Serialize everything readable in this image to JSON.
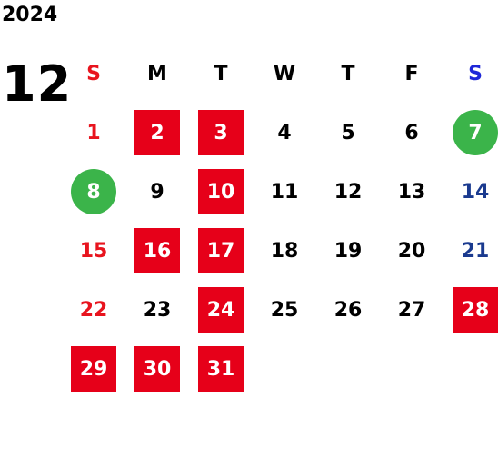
{
  "calendar": {
    "year": "2024",
    "month": "12",
    "weekdays": [
      "S",
      "M",
      "T",
      "W",
      "T",
      "F",
      "S"
    ],
    "weeks": [
      [
        {
          "day": ""
        },
        {
          "day": ""
        },
        {
          "day": ""
        },
        {
          "day": ""
        },
        {
          "day": ""
        },
        {
          "day": ""
        },
        {
          "day": ""
        }
      ],
      [
        {
          "day": "1",
          "style": "sun"
        },
        {
          "day": "2",
          "style": "red"
        },
        {
          "day": "3",
          "style": "red"
        },
        {
          "day": "4"
        },
        {
          "day": "5"
        },
        {
          "day": "6"
        },
        {
          "day": "7",
          "style": "green"
        }
      ],
      [
        {
          "day": "8",
          "style": "green"
        },
        {
          "day": "9"
        },
        {
          "day": "10",
          "style": "red"
        },
        {
          "day": "11"
        },
        {
          "day": "12"
        },
        {
          "day": "13"
        },
        {
          "day": "14",
          "style": "sat"
        }
      ],
      [
        {
          "day": "15",
          "style": "sun"
        },
        {
          "day": "16",
          "style": "red"
        },
        {
          "day": "17",
          "style": "red"
        },
        {
          "day": "18"
        },
        {
          "day": "19"
        },
        {
          "day": "20"
        },
        {
          "day": "21",
          "style": "sat"
        }
      ],
      [
        {
          "day": "22",
          "style": "sun"
        },
        {
          "day": "23"
        },
        {
          "day": "24",
          "style": "red"
        },
        {
          "day": "25"
        },
        {
          "day": "26"
        },
        {
          "day": "27"
        },
        {
          "day": "28",
          "style": "red"
        }
      ],
      [
        {
          "day": "29",
          "style": "red"
        },
        {
          "day": "30",
          "style": "red"
        },
        {
          "day": "31",
          "style": "red"
        },
        {
          "day": ""
        },
        {
          "day": ""
        },
        {
          "day": ""
        },
        {
          "day": ""
        }
      ]
    ],
    "colors": {
      "holiday_box": "#e60019",
      "event_circle": "#3bb44a",
      "sunday_text": "#e8141e",
      "saturday_text": "#1a3a8f",
      "saturday_header": "#1e27d8"
    }
  }
}
